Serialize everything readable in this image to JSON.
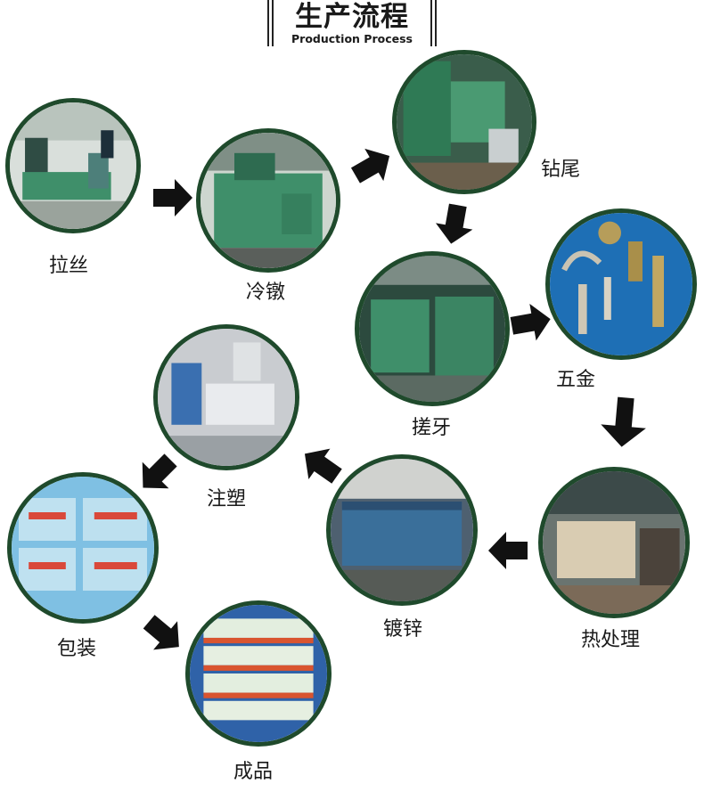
{
  "header": {
    "title": "生产流程",
    "subtitle": "Production Process"
  },
  "steps": [
    {
      "label": "拉丝"
    },
    {
      "label": "冷镦"
    },
    {
      "label": "钻尾"
    },
    {
      "label": "搓牙"
    },
    {
      "label": "五金"
    },
    {
      "label": "热处理"
    },
    {
      "label": "镀锌"
    },
    {
      "label": "注塑"
    },
    {
      "label": "包装"
    },
    {
      "label": "成品"
    }
  ],
  "colors": {
    "ring": "#1f4a2c",
    "arrow": "#111111",
    "machine_green": "#3f8f6a"
  }
}
